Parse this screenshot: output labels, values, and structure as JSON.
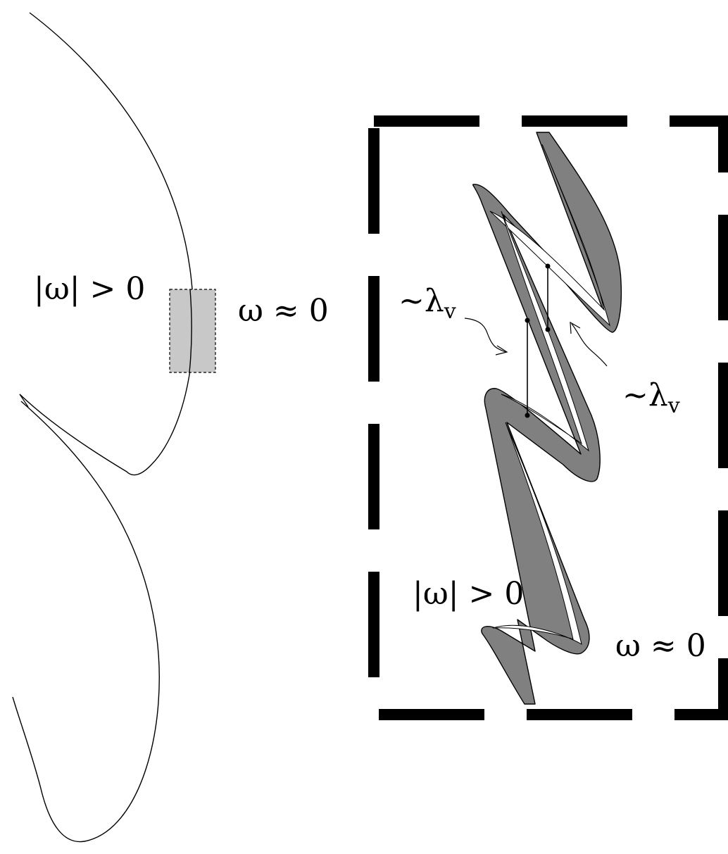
{
  "labels": {
    "left_vorticity_region": "|ω| > 0",
    "left_irrotational_region": "ω ≈ 0",
    "inset_scale_upper": "~λ",
    "inset_scale_upper_subscript": "v",
    "inset_scale_lower": "~λ",
    "inset_scale_lower_subscript": "v",
    "inset_vorticity_region": "|ω| > 0",
    "inset_irrotational_region": "ω ≈ 0"
  },
  "colors": {
    "line": "#000000",
    "zoom_box_fill": "#c8c8c8",
    "layer_fill": "#808080",
    "background": "#ffffff"
  }
}
